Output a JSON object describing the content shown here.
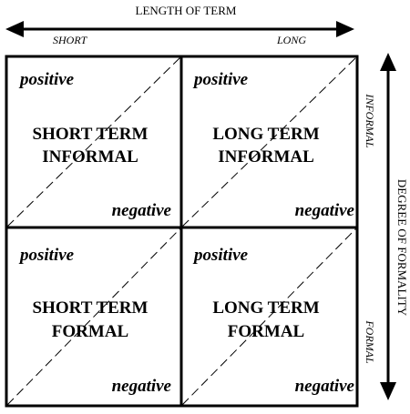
{
  "top_axis": {
    "label": "LENGTH OF TERM",
    "left_end": "SHORT",
    "right_end": "LONG"
  },
  "right_axis": {
    "label": "DEGREE OF FORMALITY",
    "top_end": "INFORMAL",
    "bottom_end": "FORMAL"
  },
  "quadrants": [
    {
      "id": "tl",
      "title_line1": "SHORT TERM",
      "title_line2": "INFORMAL",
      "positive": "positive",
      "negative": "negative"
    },
    {
      "id": "tr",
      "title_line1": "LONG TERM",
      "title_line2": "INFORMAL",
      "positive": "positive",
      "negative": "negative"
    },
    {
      "id": "bl",
      "title_line1": "SHORT TERM",
      "title_line2": "FORMAL",
      "positive": "positive",
      "negative": "negative"
    },
    {
      "id": "br",
      "title_line1": "LONG TERM",
      "title_line2": "FORMAL",
      "positive": "positive",
      "negative": "negative"
    }
  ],
  "colors": {
    "ink": "#000000",
    "background": "#ffffff"
  }
}
